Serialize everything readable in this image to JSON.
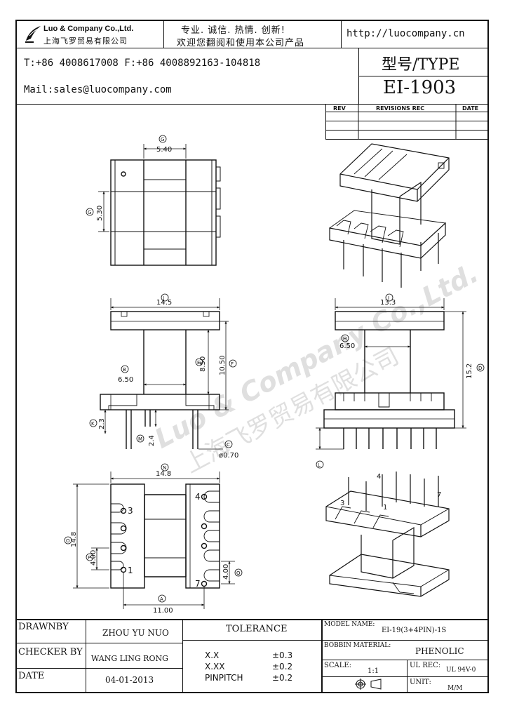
{
  "header": {
    "company_en": "Luo & Company Co.,Ltd.",
    "company_cn": "上海飞罗贸易有限公司",
    "slogan_line1": "专业. 诚信. 热情. 创新!",
    "slogan_line2": "欢迎您翻阅和使用本公司产品",
    "website": "http://luocompany.cn",
    "phone_fax": "T:+86 4008617008 F:+86 4008892163-104818",
    "mail": "Mail:sales@luocompany.com",
    "type_label": "型号/TYPE",
    "model": "EI-1903"
  },
  "revisions": {
    "col_rev": "REV",
    "col_rec": "REVISIONS REC",
    "col_date": "DATE"
  },
  "drawing": {
    "top_view": {
      "label": "G",
      "dim_width": "5.40",
      "label2": "G",
      "dim_height": "5.30"
    },
    "front_view": {
      "label_j": "J",
      "dim_j": "14.5",
      "label_b": "B",
      "dim_b": "6.50",
      "label_e": "E",
      "dim_e": "8.50",
      "label_f": "F",
      "dim_f": "10.50",
      "label_k": "K",
      "dim_k": "2.3",
      "label_m": "M",
      "dim_m": "2.4",
      "label_c": "C",
      "dim_c": "ø0.70"
    },
    "side_view": {
      "label_i": "I",
      "dim_i": "13.3",
      "label_h": "H",
      "dim_h": "6.50",
      "label_d": "D",
      "dim_d": "15.2",
      "label_l": "L"
    },
    "bottom_view": {
      "label_n": "N",
      "dim_n": "14.8",
      "label_o": "O",
      "dim_o": "14.8",
      "label_p": "P",
      "dim_p": "4.00",
      "label_q": "Q",
      "dim_q": "4.00",
      "label_a": "A",
      "dim_a": "11.00",
      "pin1": "1",
      "pin3": "3",
      "pin4": "4",
      "pin7": "7"
    },
    "iso_pins": {
      "p1": "1",
      "p3": "3",
      "p4": "4",
      "p7": "7"
    },
    "watermark_en": "Luo & Company Co.,Ltd.",
    "watermark_cn": "上海飞罗贸易有限公司"
  },
  "title_block": {
    "drawnby_label": "DRAWNBY",
    "drawnby_value": "ZHOU YU NUO",
    "checker_label": "CHECKER BY",
    "checker_value": "WANG LING RONG",
    "date_label": "DATE",
    "date_value": "04-01-2013",
    "tolerance_label": "TOLERANCE",
    "tol_rows": [
      {
        "k": "X.X",
        "v": "±0.3"
      },
      {
        "k": "X.XX",
        "v": "±0.2"
      },
      {
        "k": "PINPITCH",
        "v": "±0.2"
      }
    ],
    "model_name_label": "MODEL NAME:",
    "model_name_value": "EI-19(3+4PIN)-1S",
    "bobbin_label": "BOBBIN MATERIAL:",
    "bobbin_value": "PHENOLIC",
    "scale_label": "SCALE:",
    "scale_value": "1:1",
    "ul_label": "UL REC:",
    "ul_value": "UL 94V-0",
    "unit_label": "UNIT:",
    "unit_value": "M/M"
  }
}
